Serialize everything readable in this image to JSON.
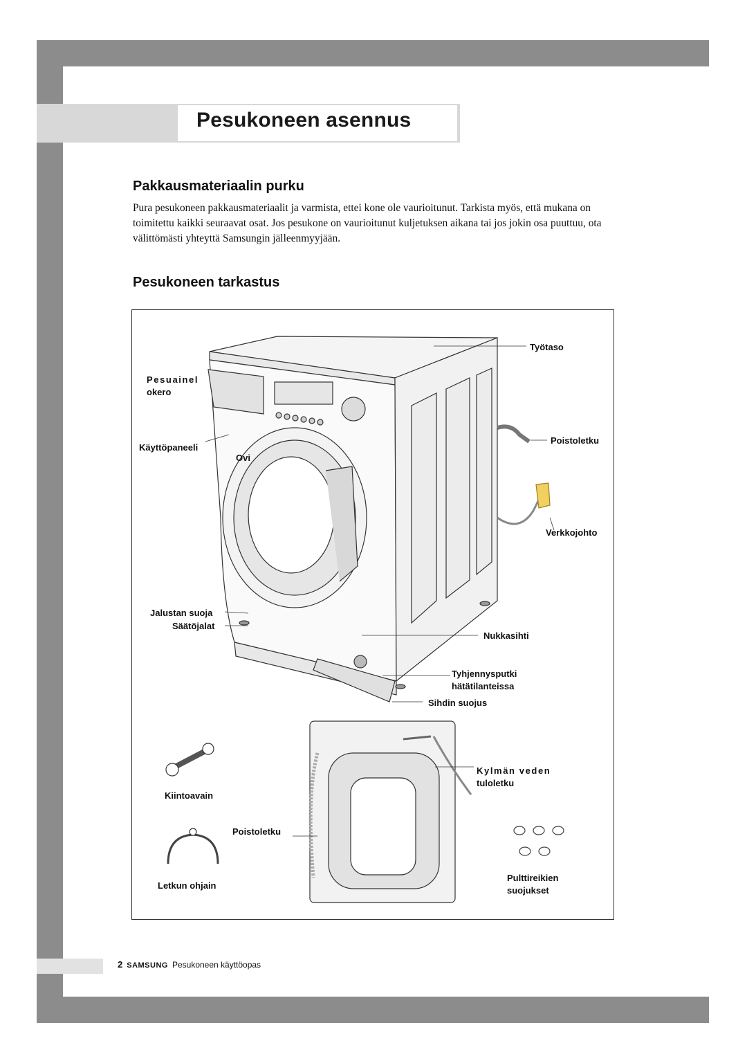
{
  "header": {
    "title": "Pesukoneen asennus"
  },
  "section1": {
    "heading": "Pakkausmateriaalin purku",
    "text": "Pura pesukoneen pakkausmateriaalit ja varmista, ettei kone ole vaurioitunut. Tarkista myös, että mukana on toimitettu kaikki seuraavat osat. Jos pesukone on vaurioitunut kuljetuksen aikana tai jos jokin osa puuttuu, ota välittömästi yhteyttä Samsungin jälleenmyyjään."
  },
  "section2": {
    "heading": "Pesukoneen tarkastus"
  },
  "figure": {
    "labels": {
      "tyotaso": "Työtaso",
      "pesuainel": "Pesuainel",
      "okero": "okero",
      "kayttopaneeli": "Käyttöpaneeli",
      "ovi": "Ovi",
      "poistoletku": "Poistoletku",
      "verkkojohto": "Verkkojohto",
      "jalustan_suoja": "Jalustan suoja",
      "saatojalat": "Säätöjalat",
      "nukkasihti": "Nukkasihti",
      "tyhjennysputki": "Tyhjennysputki",
      "hatatilanteissa": "hätätilanteissa",
      "sihdin_suojus": "Sihdin suojus",
      "kylman_veden": "Kylmän veden",
      "tuloletku": "tuloletku",
      "kiintoavain": "Kiintoavain",
      "poistoletku2": "Poistoletku",
      "letkun_ohjain": "Letkun ohjain",
      "pulttireikien": "Pulttireikien",
      "suojukset": "suojukset"
    }
  },
  "footer": {
    "page": "2",
    "brand": "SAMSUNG",
    "text": "Pesukoneen käyttöopas"
  }
}
